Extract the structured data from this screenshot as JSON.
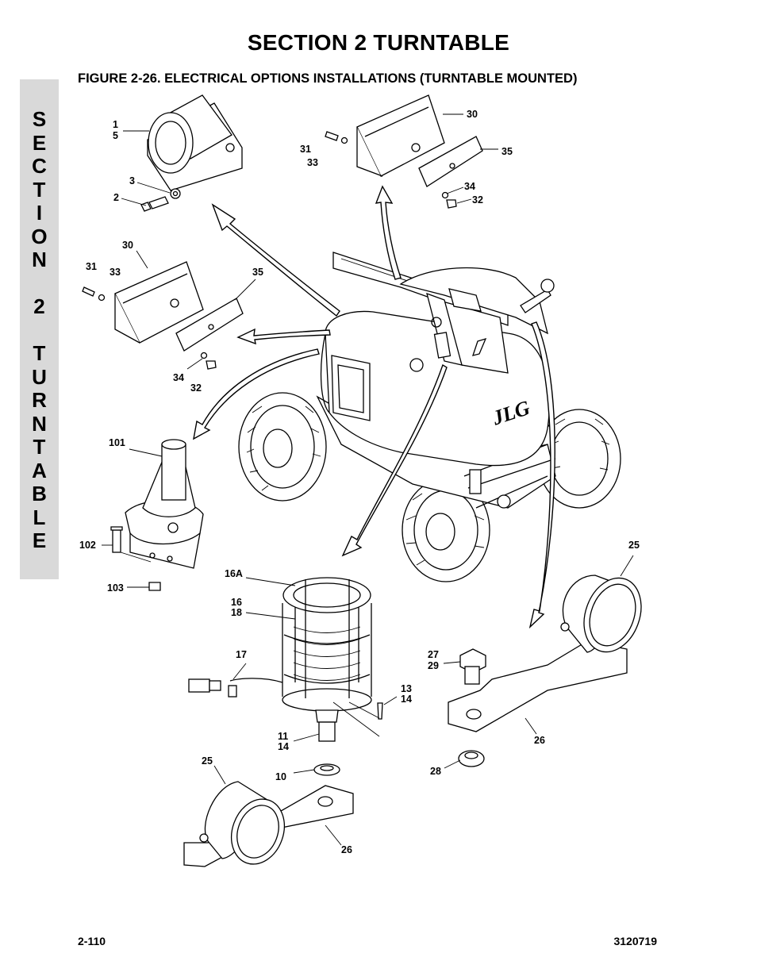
{
  "page": {
    "section_title": "SECTION 2   TURNTABLE",
    "figure_title": "FIGURE 2-26.  ELECTRICAL OPTIONS INSTALLATIONS (TURNTABLE MOUNTED)",
    "side_tab_letters": [
      "S",
      "E",
      "C",
      "T",
      "I",
      "O",
      "N",
      " ",
      "2",
      " ",
      "T",
      "U",
      "R",
      "N",
      "T",
      "A",
      "B",
      "L",
      "E"
    ],
    "footer_left": "2-110",
    "footer_right": "3120719",
    "brand_logo_text": "JLG"
  },
  "callouts": {
    "c1": "1",
    "c5": "5",
    "c3": "3",
    "c2": "2",
    "c30a": "30",
    "c31a": "31",
    "c33a": "33",
    "c35a": "35",
    "c34a": "34",
    "c32a": "32",
    "c30b": "30",
    "c31b": "31",
    "c33b": "33",
    "c35b": "35",
    "c34b": "34",
    "c32b": "32",
    "c101": "101",
    "c102": "102",
    "c103": "103",
    "c16a": "16A",
    "c16": "16",
    "c18": "18",
    "c17": "17",
    "c13": "13",
    "c14a": "14",
    "c11": "11",
    "c14b": "14",
    "c10": "10",
    "c25a": "25",
    "c26a": "26",
    "c25b": "25",
    "c27": "27",
    "c29": "29",
    "c26b": "26",
    "c28": "28"
  }
}
